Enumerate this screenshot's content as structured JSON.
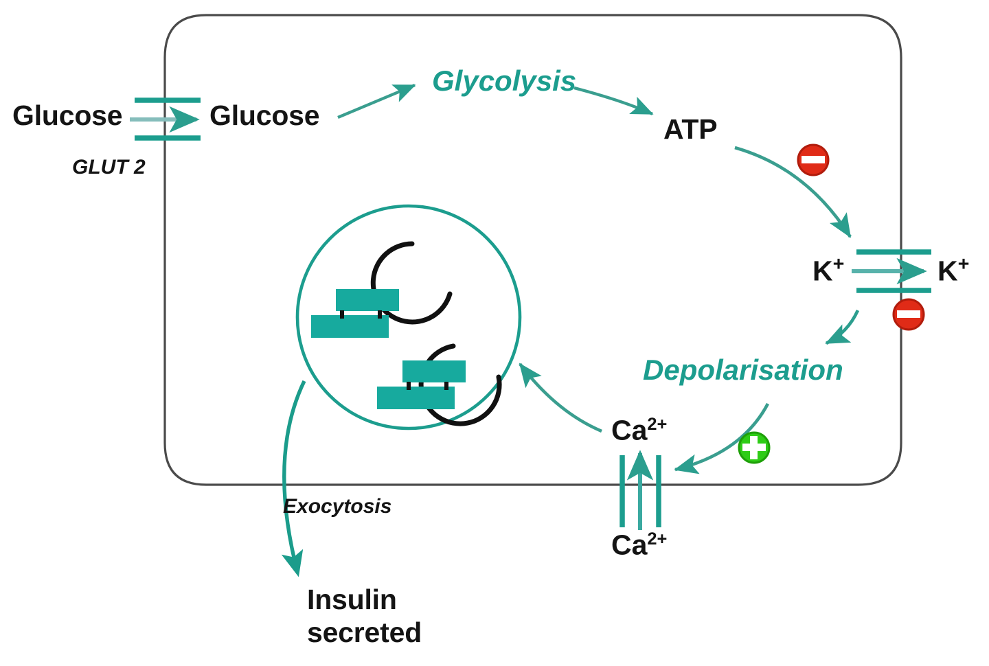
{
  "figure": {
    "title": "Glucose-stimulated insulin secretion in the pancreatic beta cell",
    "colors": {
      "teal_dark": "#1c9d8e",
      "teal_block": "#17aa9e",
      "teal_light": "#7fc0bd",
      "membrane": "#4a4a4a",
      "text": "#141414",
      "red_minus": "#e02b17",
      "red_minus_border": "#b11c0c",
      "green_plus": "#2ecc16",
      "green_plus_border": "#1ea008"
    }
  },
  "labels": {
    "glucose_outside": "Glucose",
    "glucose_inside": "Glucose",
    "glut2": "GLUT 2",
    "glycolysis": "Glycolysis",
    "atp": "ATP",
    "k_inside": "K",
    "k_inside_charge": "+",
    "k_outside": "K",
    "k_outside_charge": "+",
    "depolarisation": "Depolarisation",
    "ca_inside": "Ca",
    "ca_inside_charge": "2+",
    "ca_outside": "Ca",
    "ca_outside_charge": "2+",
    "exocytosis": "Exocytosis",
    "insulin_secreted_line1": "Insulin",
    "insulin_secreted_line2": "secreted"
  },
  "icons": {
    "minus_atp_channel": "minus-sign-icon",
    "minus_k_channel": "minus-sign-icon",
    "plus_ca_channel": "plus-sign-icon"
  },
  "structures": {
    "cell_membrane": "rounded-rectangle-cell-boundary",
    "glut2_transporter": "horizontal-channel-two-bars",
    "k_channel": "horizontal-channel-two-bars",
    "ca_channel": "vertical-channel-two-bars",
    "insulin_vesicle": "circle-granule",
    "insulin_molecules": 2,
    "c_peptide_arcs": 2
  }
}
